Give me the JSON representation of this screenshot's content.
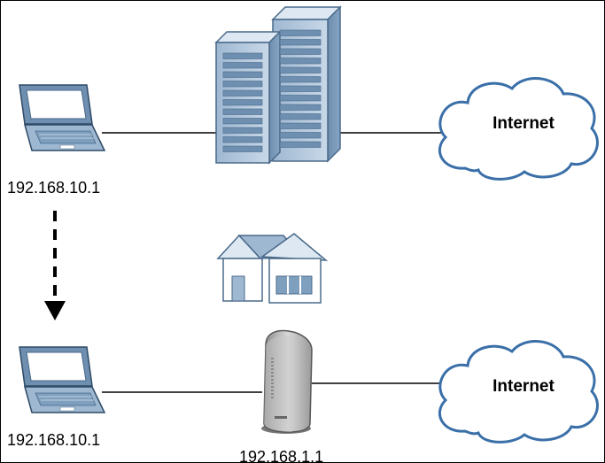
{
  "top_scenario": {
    "computer_ip": "192.168.10.1",
    "internet_label": "Internet"
  },
  "bottom_scenario": {
    "computer_ip": "192.168.10.1",
    "device_ip": "192.168.1.1",
    "internet_label": "Internet"
  },
  "colors": {
    "cloud_fill": "#ffffff",
    "cloud_stroke": "#3a6fa8",
    "device_blue": "#7f9fbf",
    "device_dark": "#4a6a8a",
    "arrow": "#000000"
  }
}
